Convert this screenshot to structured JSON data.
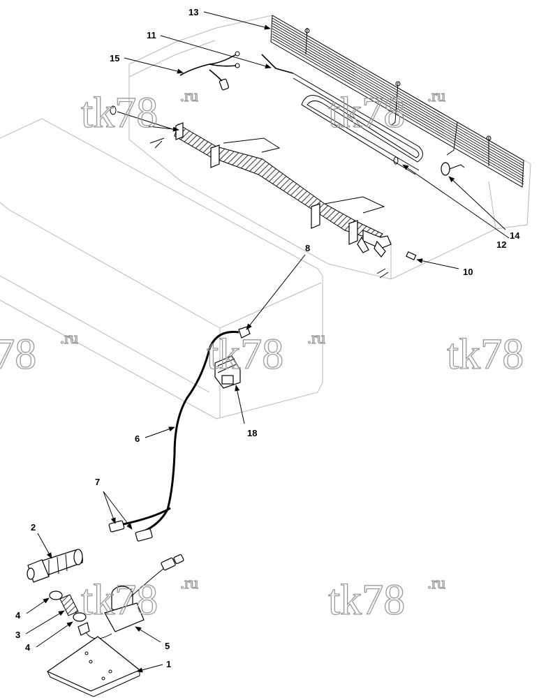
{
  "watermark": {
    "main": "tk78",
    "suffix": ".ru"
  },
  "callouts": [
    {
      "id": "1",
      "label": "1"
    },
    {
      "id": "2",
      "label": "2"
    },
    {
      "id": "3",
      "label": "3"
    },
    {
      "id": "4a",
      "label": "4"
    },
    {
      "id": "4b",
      "label": "4"
    },
    {
      "id": "5",
      "label": "5"
    },
    {
      "id": "6",
      "label": "6"
    },
    {
      "id": "7",
      "label": "7"
    },
    {
      "id": "8",
      "label": "8"
    },
    {
      "id": "10",
      "label": "10"
    },
    {
      "id": "11",
      "label": "11"
    },
    {
      "id": "12",
      "label": "12"
    },
    {
      "id": "13",
      "label": "13"
    },
    {
      "id": "14",
      "label": "14"
    },
    {
      "id": "15",
      "label": "15"
    },
    {
      "id": "18",
      "label": "18"
    }
  ]
}
